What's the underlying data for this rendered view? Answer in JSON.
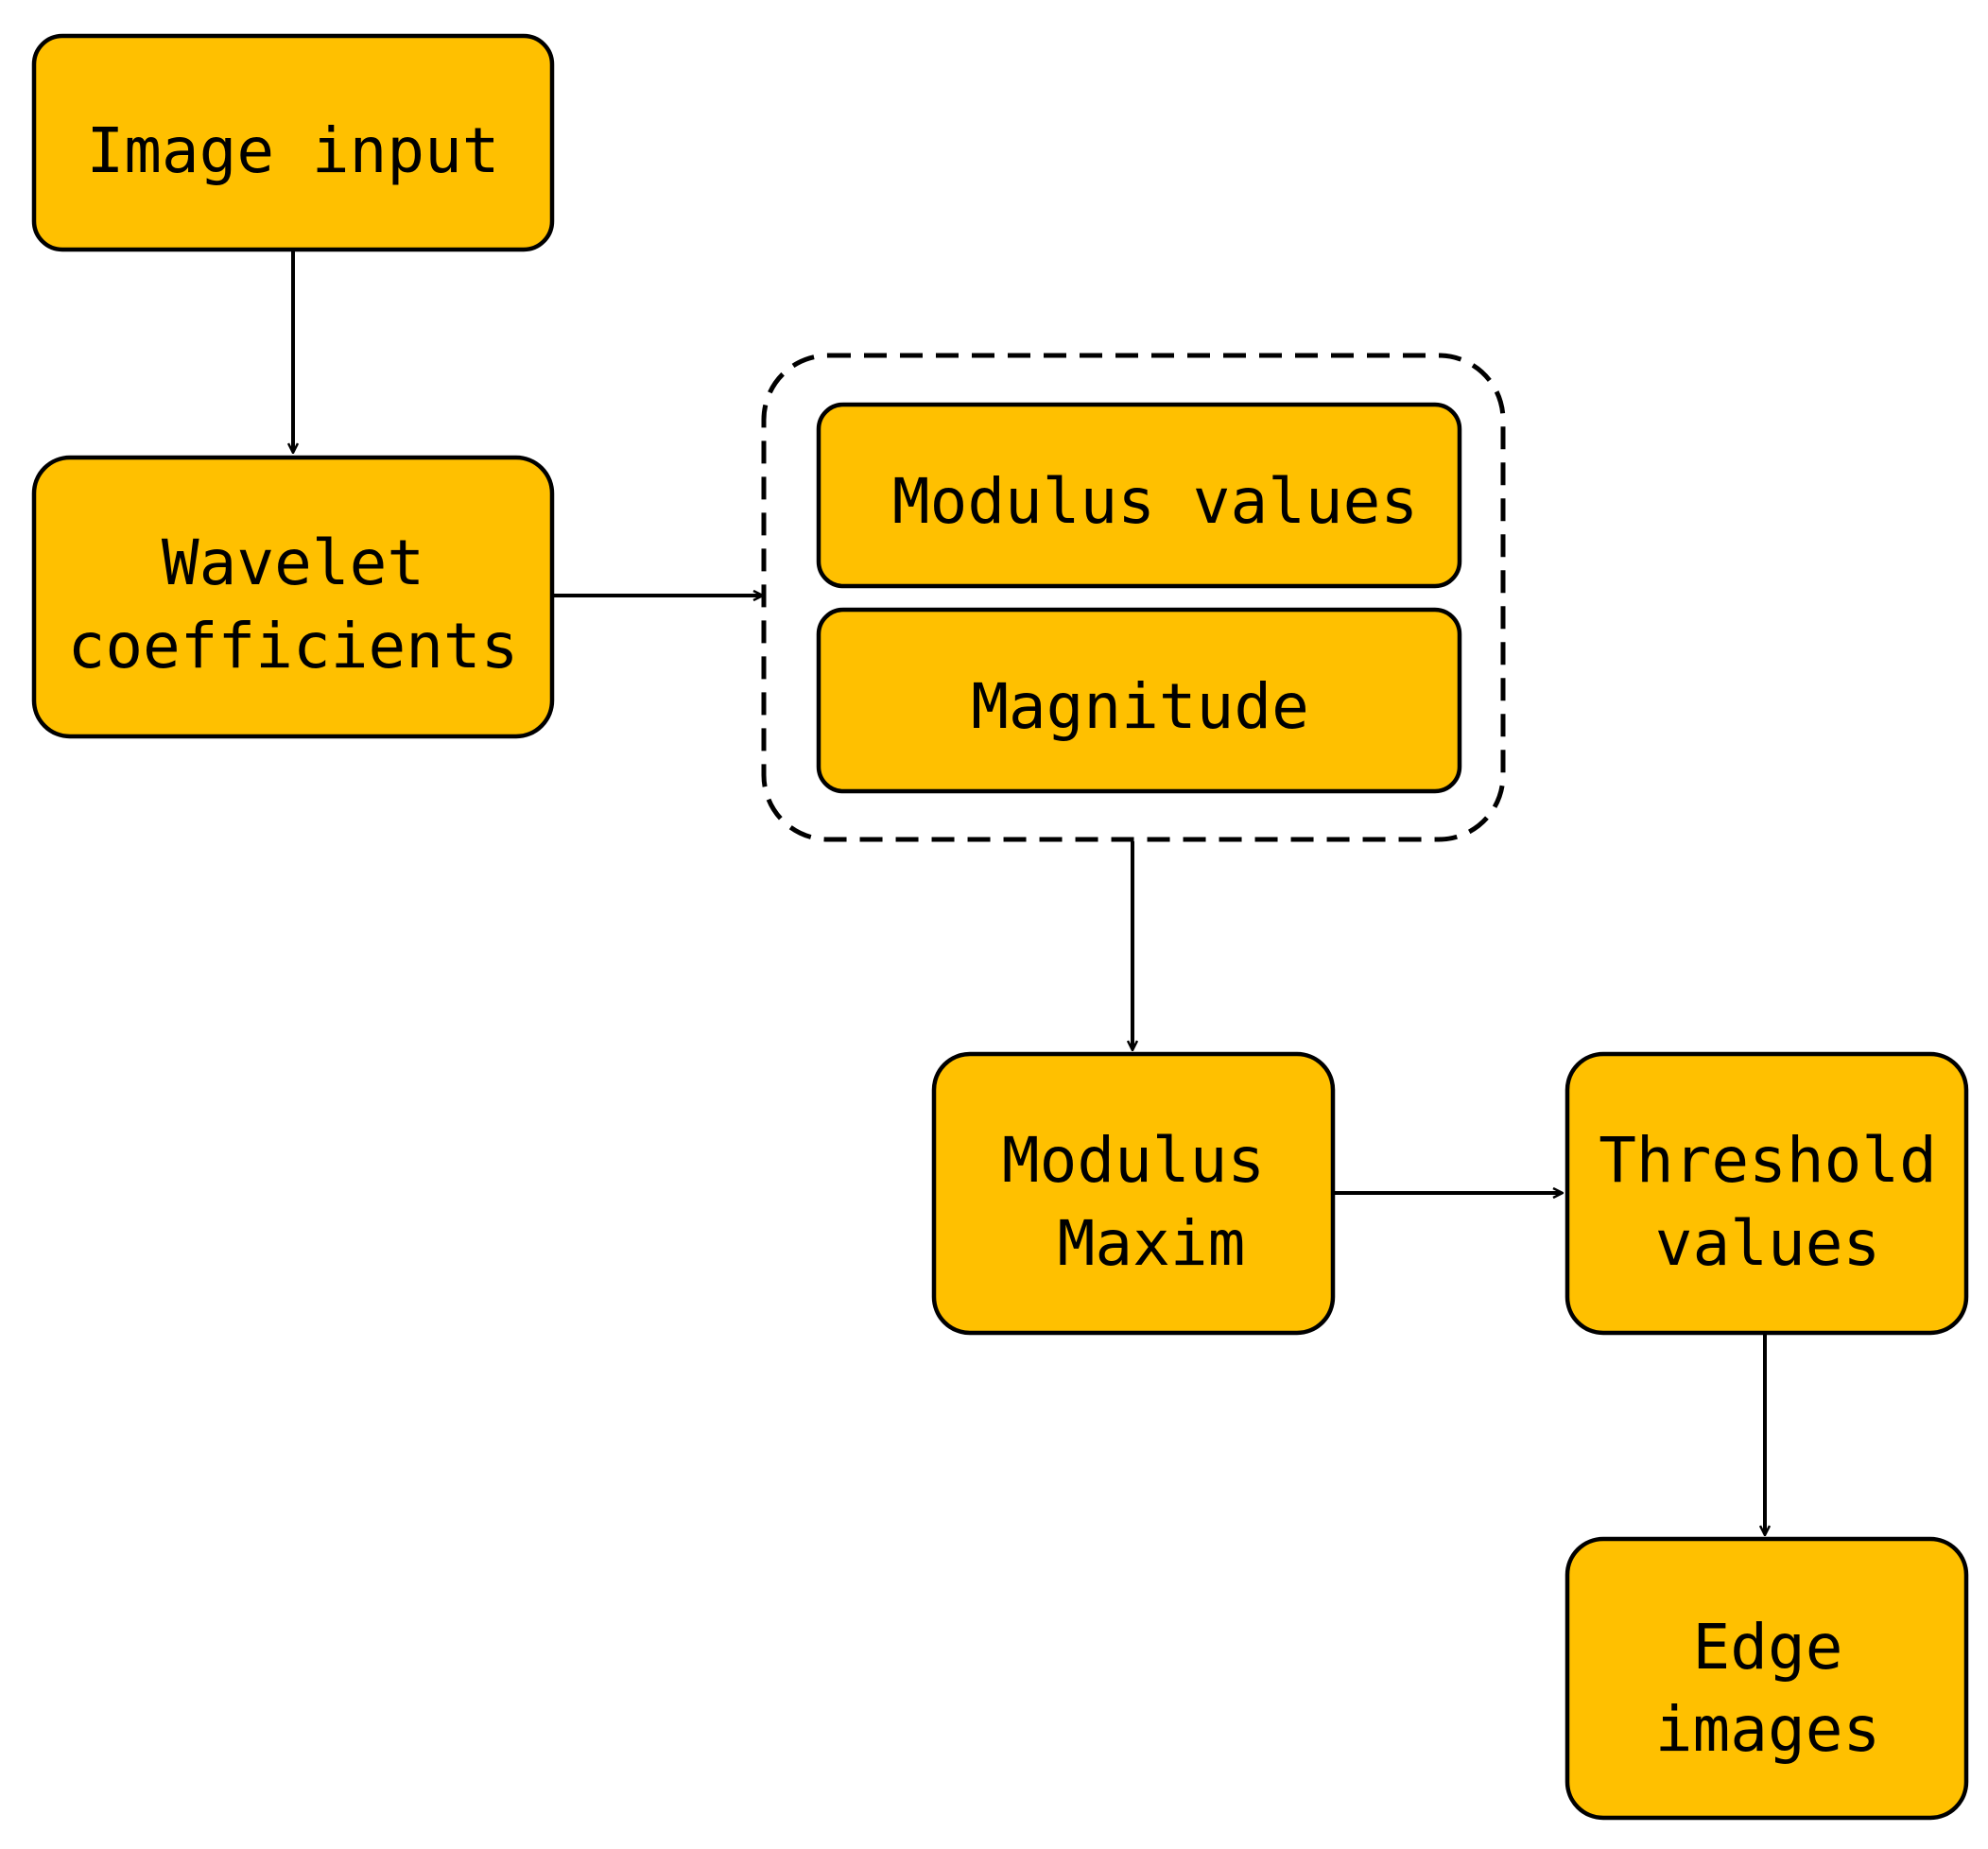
{
  "diagram": {
    "colors": {
      "node_fill": "#FFC000",
      "node_stroke": "#000000",
      "edge": "#000000",
      "background": "#FFFFFF"
    },
    "nodes": {
      "image_input": {
        "line1": "Image input"
      },
      "wavelet_coefficients": {
        "line1": "Wavelet",
        "line2": "coefficients"
      },
      "modulus_values": {
        "line1": "Modulus values"
      },
      "magnitude": {
        "line1": "Magnitude"
      },
      "modulus_maxim": {
        "line1": "Modulus",
        "line2": "Maxim"
      },
      "threshold_values": {
        "line1": "Threshold",
        "line2": "values"
      },
      "edge_images": {
        "line1": "Edge",
        "line2": "images"
      }
    },
    "edges": [
      {
        "from": "image_input",
        "to": "wavelet_coefficients"
      },
      {
        "from": "wavelet_coefficients",
        "to": "modulus_group"
      },
      {
        "from": "modulus_group",
        "to": "modulus_maxim"
      },
      {
        "from": "modulus_maxim",
        "to": "threshold_values"
      },
      {
        "from": "threshold_values",
        "to": "edge_images"
      }
    ],
    "groups": [
      {
        "id": "modulus_group",
        "style": "dashed",
        "members": [
          "modulus_values",
          "magnitude"
        ]
      }
    ]
  }
}
